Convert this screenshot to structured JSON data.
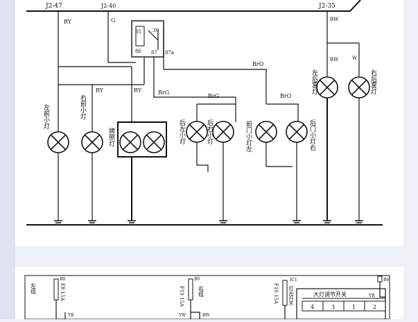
{
  "connectors": {
    "j2_47": "J2-47",
    "j2_40": "J2-40",
    "j2_35": "J2-35"
  },
  "wires": {
    "ry_left": "RY",
    "g_top": "G",
    "bw_right": "BW",
    "ry_mid": "RY",
    "ry_inner": "RY",
    "brg_left": "BrG",
    "brg_right": "BrG",
    "bro_top": "BrO",
    "bro_right": "BrO",
    "bw_lamp": "BW",
    "w_lamp": "W"
  },
  "relay": {
    "p85": "85",
    "p30": "30",
    "p86": "86",
    "p87": "87",
    "p87a": "87a"
  },
  "lamps": {
    "l1": "左前小灯",
    "l2": "右前小灯",
    "l3": "牌照灯",
    "l4": "后左小灯",
    "l5": "后右小灯",
    "l6": "前门小灯左",
    "l7": "后门小灯右",
    "l8": "左后雾灯",
    "l9": "右后雾灯"
  },
  "lower_panel": {
    "fuse_left": "F8 15A",
    "fuse_left_tag": "B0",
    "label_left": "左组",
    "fuse_mid": "F19 15A",
    "fuse_mid_tag": "B0",
    "label_mid": "右组",
    "wire_yb": "YB",
    "wire_yw": "YW",
    "wire_bw": "BW",
    "fuse_right": "F10 15A",
    "fuse_right_tag": "IC1",
    "label_right": "灯光开关",
    "switch_title": "大灯调节开关",
    "switch_cells": [
      "4",
      "3",
      "1",
      "2"
    ],
    "wire_yr": "YR",
    "right_tag": "B6"
  }
}
